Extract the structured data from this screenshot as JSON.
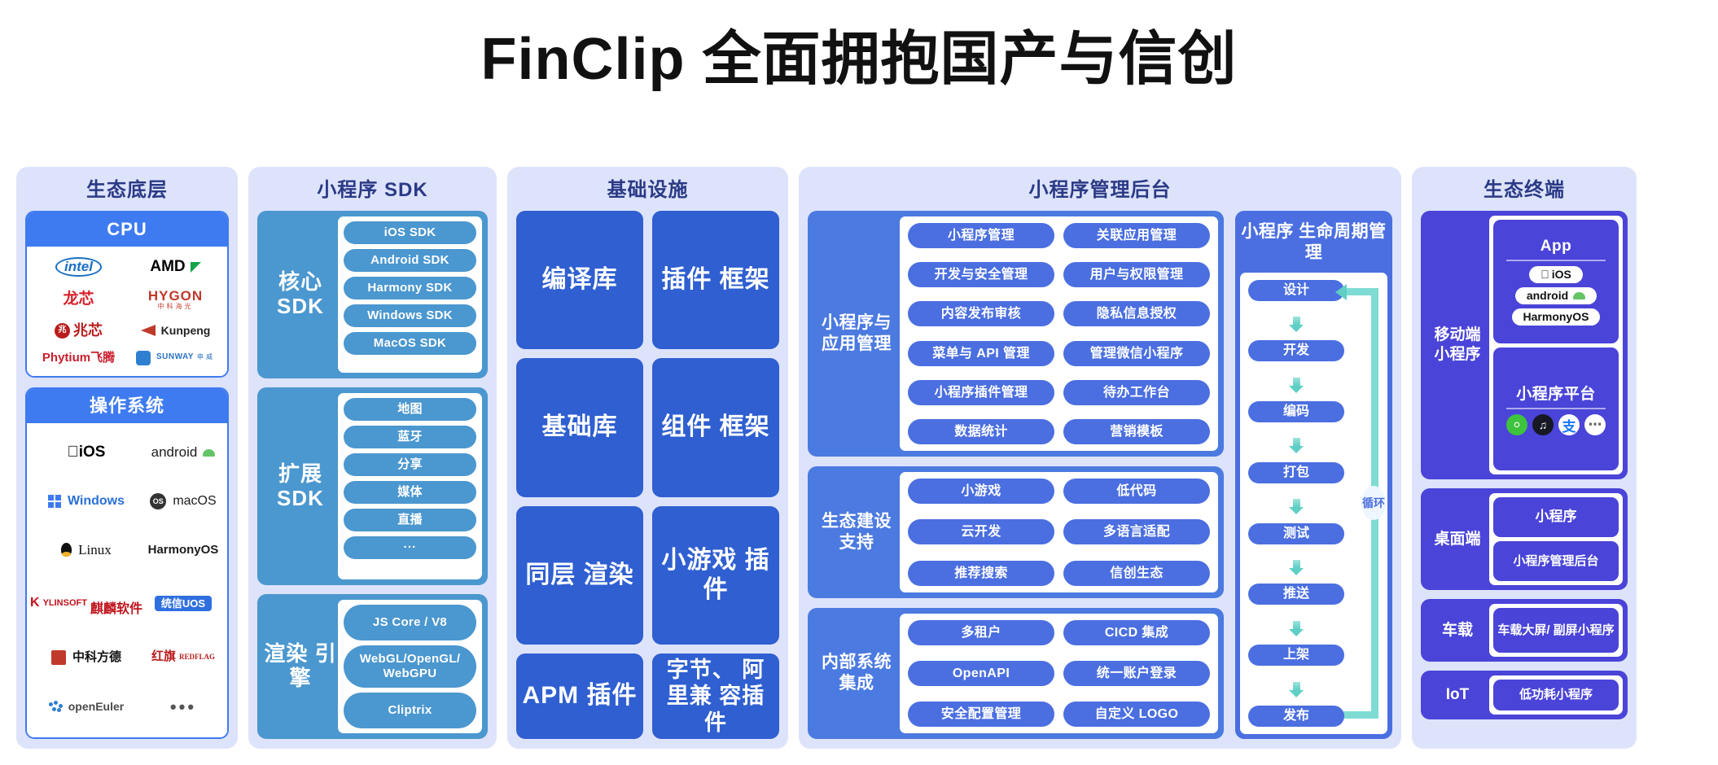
{
  "title": "FinClip 全面拥抱国产与信创",
  "columns": {
    "eco_base": {
      "title": "生态底层",
      "cpu": {
        "header": "CPU",
        "logos": [
          "intel",
          "AMD",
          "龙芯",
          "HYGON 中科海光",
          "兆芯",
          "Kunpeng",
          "Phytium飞腾",
          "SUNWAY 申威"
        ]
      },
      "os": {
        "header": "操作系统",
        "logos": [
          "iOS",
          "android",
          "Windows",
          "macOS",
          "Linux",
          "HarmonyOS",
          "KYLINSOFT 麒麟软件",
          "统信UOS",
          "中科方德",
          "红旗 REDFLAG",
          "openEuler",
          "•••"
        ]
      }
    },
    "sdk": {
      "title": "小程序 SDK",
      "groups": [
        {
          "label": "核心 SDK",
          "items": [
            "iOS SDK",
            "Android SDK",
            "Harmony SDK",
            "Windows SDK",
            "MacOS SDK"
          ]
        },
        {
          "label": "扩展 SDK",
          "items": [
            "地图",
            "蓝牙",
            "分享",
            "媒体",
            "直播",
            "···"
          ]
        },
        {
          "label": "渲染 引擎",
          "items": [
            "JS Core / V8",
            "WebGL/OpenGL/ WebGPU",
            "Cliptrix"
          ]
        }
      ]
    },
    "infra": {
      "title": "基础设施",
      "cells": [
        "编译库",
        "插件 框架",
        "基础库",
        "组件 框架",
        "同层 渲染",
        "小游戏 插件",
        "APM 插件",
        "字节、 阿里兼 容插件"
      ]
    },
    "admin": {
      "title": "小程序管理后台",
      "blocks": [
        {
          "label": "小程序与 应用管理",
          "items": [
            "小程序管理",
            "关联应用管理",
            "开发与安全管理",
            "用户与权限管理",
            "内容发布审核",
            "隐私信息授权",
            "菜单与 API 管理",
            "管理微信小程序",
            "小程序插件管理",
            "待办工作台",
            "数据统计",
            "营销模板"
          ]
        },
        {
          "label": "生态建设 支持",
          "items": [
            "小游戏",
            "低代码",
            "云开发",
            "多语言适配",
            "推荐搜索",
            "信创生态"
          ]
        },
        {
          "label": "内部系统 集成",
          "items": [
            "多租户",
            "CICD 集成",
            "OpenAPI",
            "统一账户登录",
            "安全配置管理",
            "自定义 LOGO"
          ]
        }
      ],
      "lifecycle": {
        "title": "小程序 生命周期管理",
        "stages": [
          "设计",
          "开发",
          "编码",
          "打包",
          "测试",
          "推送",
          "上架",
          "发布"
        ],
        "loop_label": "循环"
      }
    },
    "terminal": {
      "title": "生态终端",
      "blocks": [
        {
          "label": "移动端 小程序",
          "cards": [
            {
              "title": "App",
              "chips": [
                "iOS",
                "android",
                "HarmonyOS"
              ]
            },
            {
              "title": "小程序平台",
              "platforms": [
                "wechat-icon",
                "douyin-icon",
                "alipay-icon",
                "more-icon"
              ]
            }
          ]
        },
        {
          "label": "桌面端",
          "items": [
            "小程序",
            "小程序管理后台"
          ]
        },
        {
          "label": "车载",
          "items": [
            "车载大屏/ 副屏小程序"
          ]
        },
        {
          "label": "IoT",
          "items": [
            "低功耗小程序"
          ]
        }
      ]
    }
  },
  "colors": {
    "panel_bg": "#dde3fb",
    "eco_blue": "#3f7bf0",
    "sdk_blue": "#4b97cf",
    "infra_blue": "#2f5fd0",
    "admin_blue": "#4b6fe0",
    "terminal_indigo": "#4a44d8",
    "loop_teal": "#7fdcd4"
  }
}
